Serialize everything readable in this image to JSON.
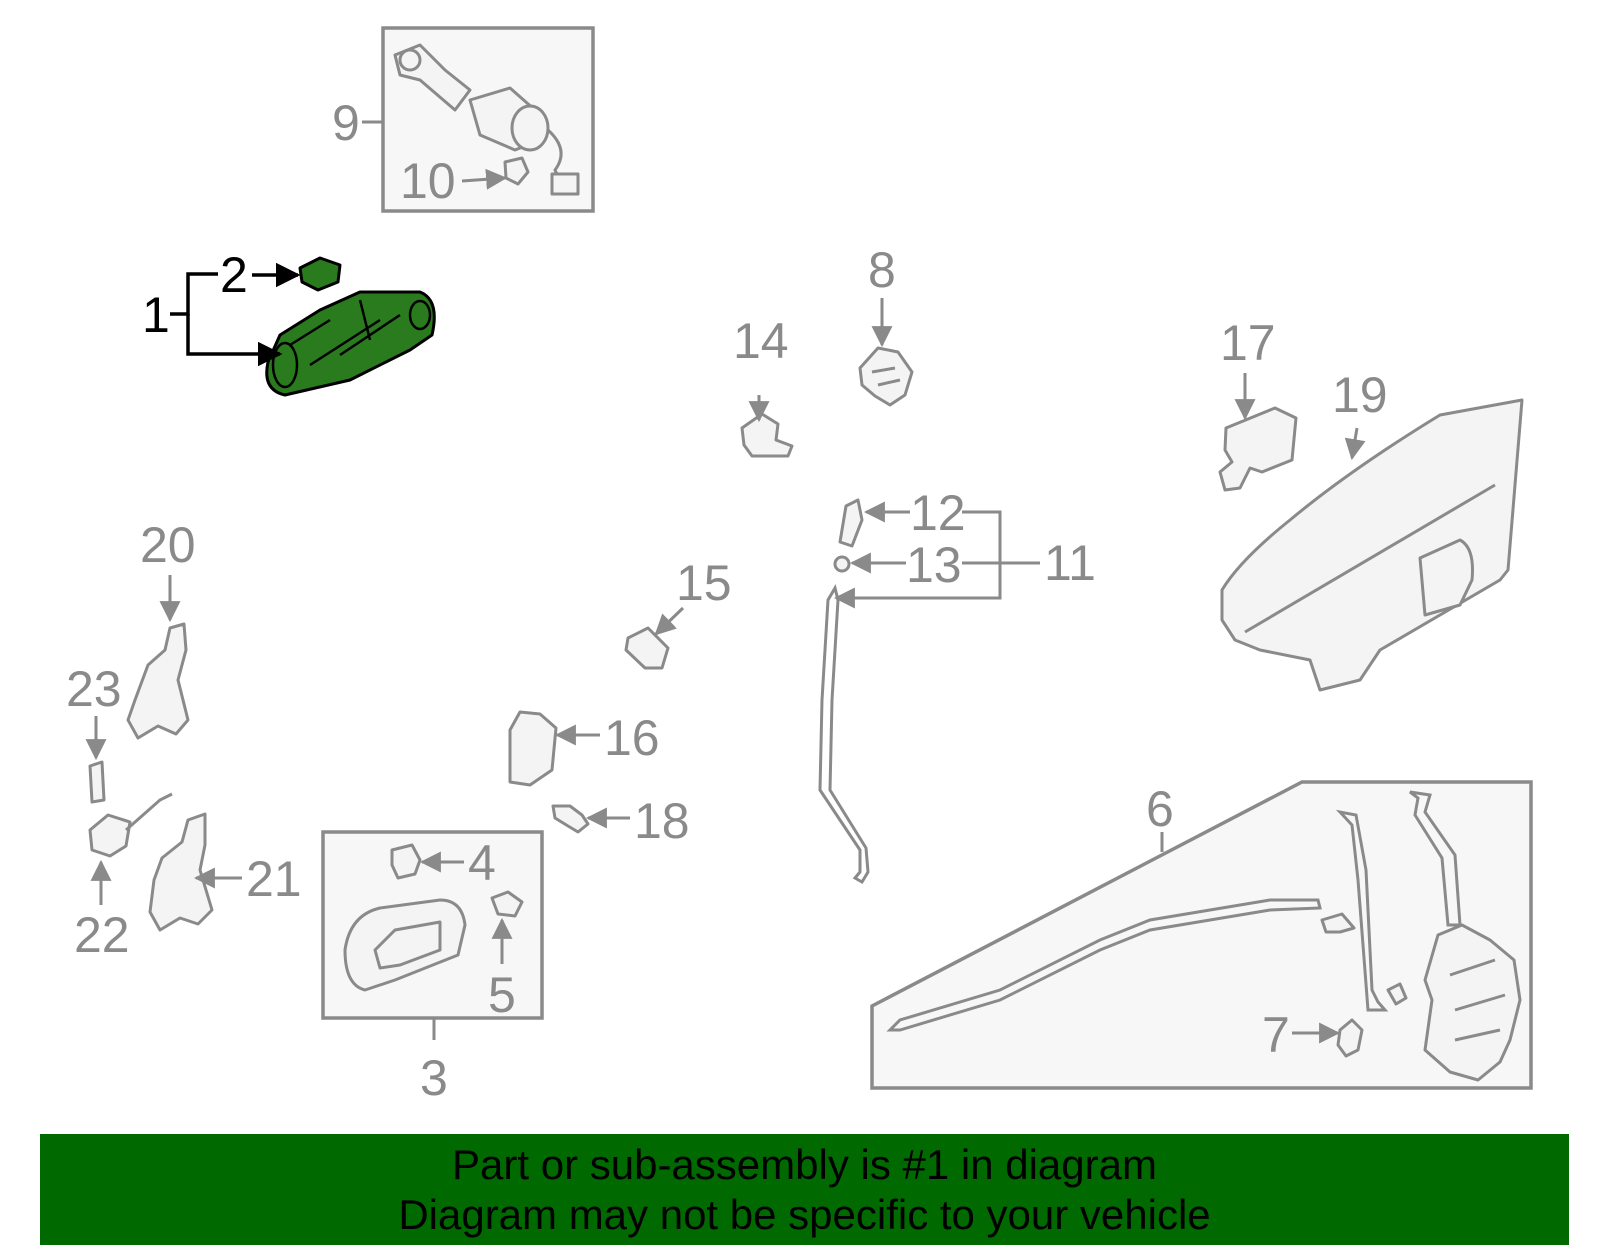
{
  "labels": {
    "p1": "1",
    "p2": "2",
    "p3": "3",
    "p4": "4",
    "p5": "5",
    "p6": "6",
    "p7": "7",
    "p8": "8",
    "p9": "9",
    "p10": "10",
    "p11": "11",
    "p12": "12",
    "p13": "13",
    "p14": "14",
    "p15": "15",
    "p16": "16",
    "p17": "17",
    "p18": "18",
    "p19": "19",
    "p20": "20",
    "p21": "21",
    "p22": "22",
    "p23": "23"
  },
  "highlight": {
    "part": "1",
    "color": "#2a7a1e"
  },
  "colors": {
    "banner": "#006a00",
    "line_art": "#8a8a8a",
    "highlight_outline": "#000000"
  },
  "banner": {
    "line1": "Part or sub-assembly is #1 in diagram",
    "line2": "Diagram may not be specific to your vehicle"
  }
}
